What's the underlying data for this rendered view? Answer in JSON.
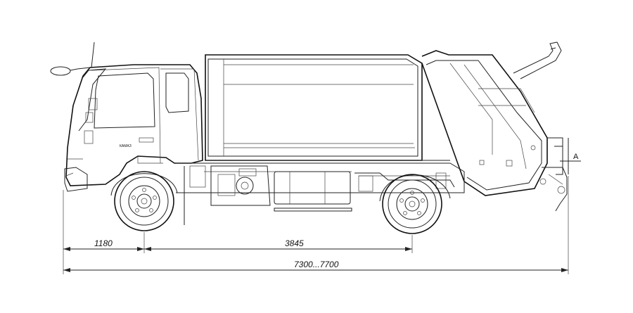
{
  "dimensions": {
    "front_overhang": "1180",
    "wheelbase": "3845",
    "overall_length": "7300...7700"
  },
  "section_marker": "A",
  "cab_badge": "КАМАЗ"
}
